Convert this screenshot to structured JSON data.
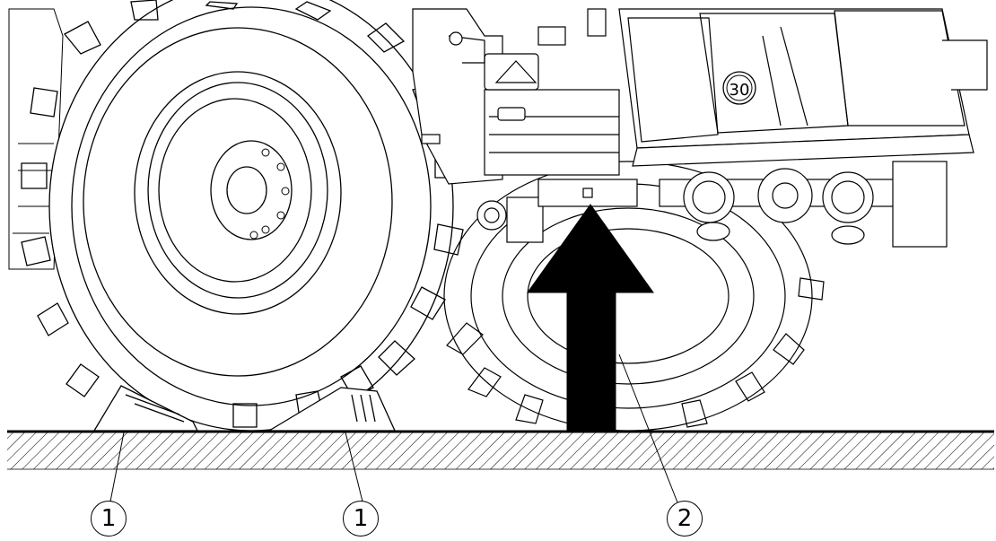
{
  "callouts": [
    {
      "label": "1"
    },
    {
      "label": "1"
    },
    {
      "label": "2"
    }
  ],
  "decal": {
    "speed": "30"
  },
  "colors": {
    "ink": "#000000",
    "paper": "#ffffff",
    "arrow": "#000000"
  },
  "icons": {
    "lift-arrow": "up-arrow-icon",
    "wheel-chock": "chock-icon"
  }
}
